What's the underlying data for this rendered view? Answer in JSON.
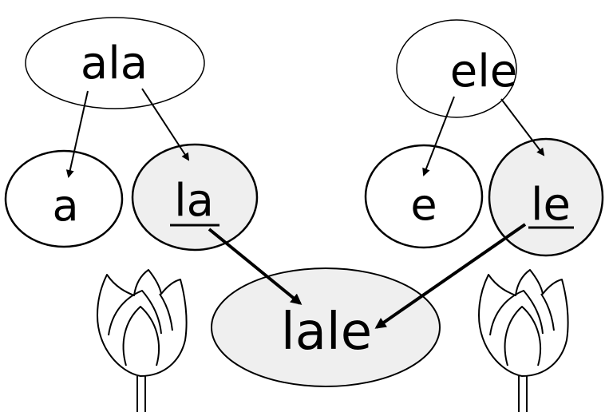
{
  "colors": {
    "stroke": "#000000",
    "white_fill": "#ffffff",
    "gray_fill": "#efefef"
  },
  "words": {
    "ala": "ala",
    "a": "a",
    "la": "la",
    "ele": "ele",
    "e": "e",
    "le": "le",
    "lale": "lale"
  },
  "illustrations": [
    "tulip-left",
    "tulip-right"
  ]
}
